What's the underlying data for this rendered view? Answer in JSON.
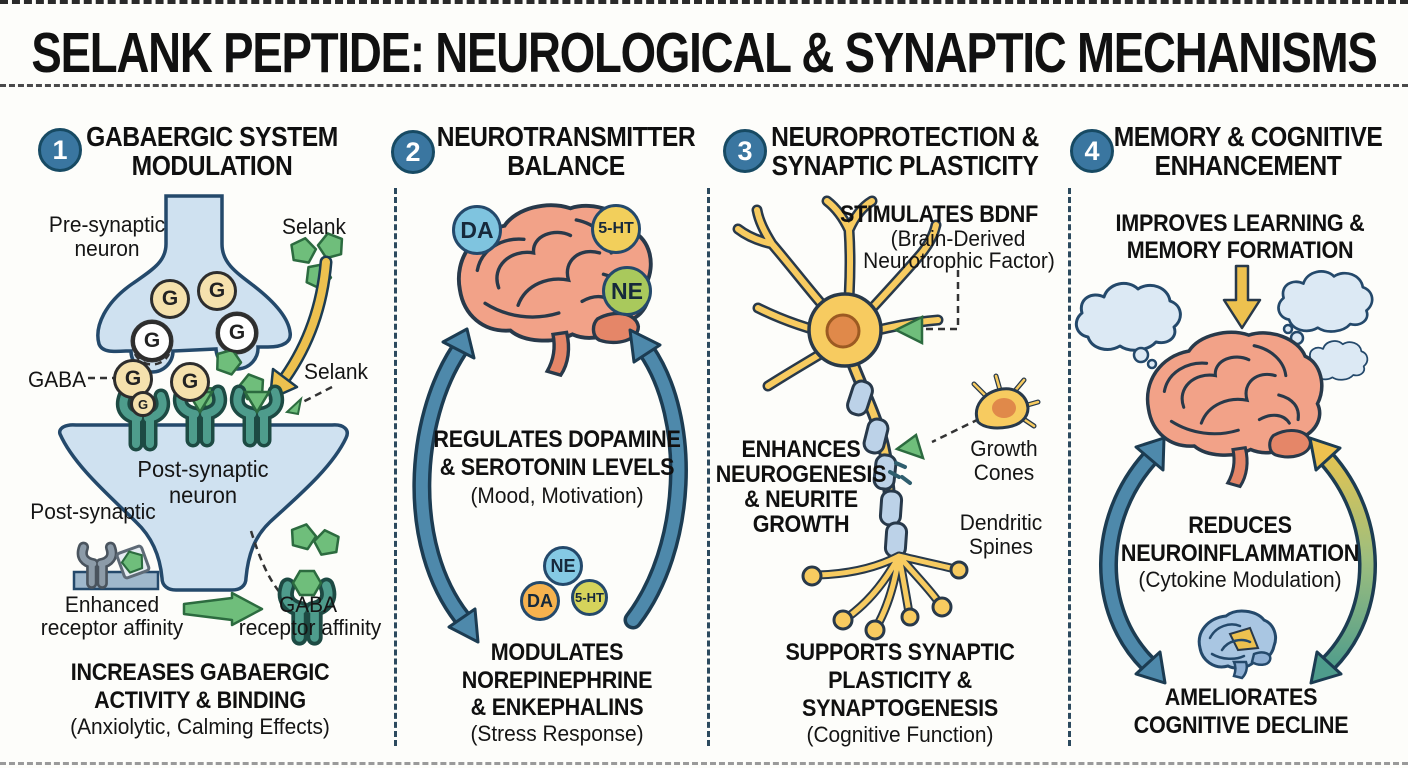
{
  "title": "SELANK PEPTIDE: NEUROLOGICAL & SYNAPTIC MECHANISMS",
  "colors": {
    "accent_badge": "#3A76A0",
    "badge_border": "#174A63",
    "divider": "#2C4A5E",
    "arrow_blue": "#4E89AB",
    "arrow_outline": "#1C3C52",
    "selank_green": "#6FBE7B",
    "selank_green_dark": "#2C6B3F",
    "vesicle_tan": "#F5E1AD",
    "receptor_teal": "#4E9C8C",
    "receptor_dark": "#1D4A43",
    "receptor_gray": "#8C9BA8",
    "neuron_fill": "#CFE1F0",
    "neuron_line": "#24496B",
    "brain_salmon": "#F2A288",
    "brain_salmon_dark": "#E58668",
    "outline_dark": "#28394A",
    "da_blue": "#7FC4DF",
    "serotonin_yellow": "#F2CF5B",
    "ne_green": "#A9C95C",
    "mini_ne_blue": "#85CAE4",
    "mini_da_orange": "#F6B24E",
    "mini_serotonin": "#D5D35B",
    "myelin_blue": "#BCD2E8",
    "axon_yellow": "#F7CB60",
    "nucleus_orange": "#E0894A",
    "cloud_blue": "#DCE9F4",
    "small_brain_blue": "#A9C6E2",
    "arrow_yellow": "#EDC14F",
    "membrane_blue": "#9FB8CC"
  },
  "panels": {
    "p1": {
      "number": "1",
      "title1": "GABAERGIC SYSTEM",
      "title2": "MODULATION",
      "vesicle_letter": "G",
      "labels": {
        "pre_synaptic1": "Pre-synaptic",
        "pre_synaptic2": "neuron",
        "selank_top": "Selank",
        "gaba": "GABA",
        "selank_mid": "Selank",
        "post_neuron1": "Post-synaptic",
        "post_neuron2": "neuron",
        "post_synaptic": "Post-synaptic",
        "enhanced1": "Enhanced",
        "enhanced2": "receptor affinity",
        "gaba_affinity1": "GABA",
        "gaba_affinity2": "receptor affinity"
      },
      "conclusion1": "INCREASES GABAERGIC",
      "conclusion2": "ACTIVITY & BINDING",
      "conclusion_sub": "(Anxiolytic, Calming Effects)"
    },
    "p2": {
      "number": "2",
      "title1": "NEUROTRANSMITTER",
      "title2": "BALANCE",
      "badges": {
        "da": "DA",
        "serotonin": "5-HT",
        "ne": "NE"
      },
      "statement1a": "REGULATES DOPAMINE",
      "statement1b": "& SEROTONIN LEVELS",
      "statement1_sub": "(Mood, Motivation)",
      "mini_badges": {
        "ne": "NE",
        "da": "DA",
        "serotonin": "5-HT"
      },
      "statement2a": "MODULATES",
      "statement2b": "NOREPINEPHRINE",
      "statement2c": "& ENKEPHALINS",
      "statement2_sub": "(Stress Response)"
    },
    "p3": {
      "number": "3",
      "title1": "NEUROPROTECTION &",
      "title2": "SYNAPTIC PLASTICITY",
      "bdnf1": "STIMULATES BDNF",
      "bdnf2": "(Brain-Derived",
      "bdnf3": "Neurotrophic Factor)",
      "enhances1": "ENHANCES",
      "enhances2": "NEUROGENESIS",
      "enhances3": "& NEURITE",
      "enhances4": "GROWTH",
      "growth_cones1": "Growth",
      "growth_cones2": "Cones",
      "dendritic1": "Dendritic",
      "dendritic2": "Spines",
      "supports1": "SUPPORTS SYNAPTIC",
      "supports2": "PLASTICITY &",
      "supports3": "SYNAPTOGENESIS",
      "supports_sub": "(Cognitive Function)"
    },
    "p4": {
      "number": "4",
      "title1": "MEMORY & COGNITIVE",
      "title2": "ENHANCEMENT",
      "improves1": "IMPROVES LEARNING &",
      "improves2": "MEMORY FORMATION",
      "reduces1": "REDUCES",
      "reduces2": "NEUROINFLAMMATION",
      "reduces_sub": "(Cytokine Modulation)",
      "ameliorates1": "AMELIORATES",
      "ameliorates2": "COGNITIVE DECLINE"
    }
  }
}
